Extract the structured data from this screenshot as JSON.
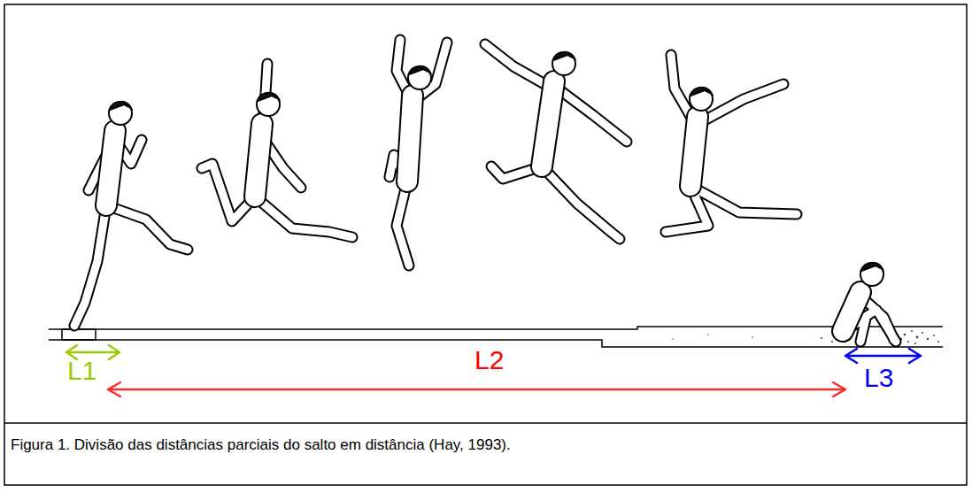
{
  "diagram": {
    "caption": "Figura 1. Divisão das distâncias parciais do salto em distância (Hay, 1993).",
    "labels": [
      "L1",
      "L2",
      "L3"
    ]
  }
}
